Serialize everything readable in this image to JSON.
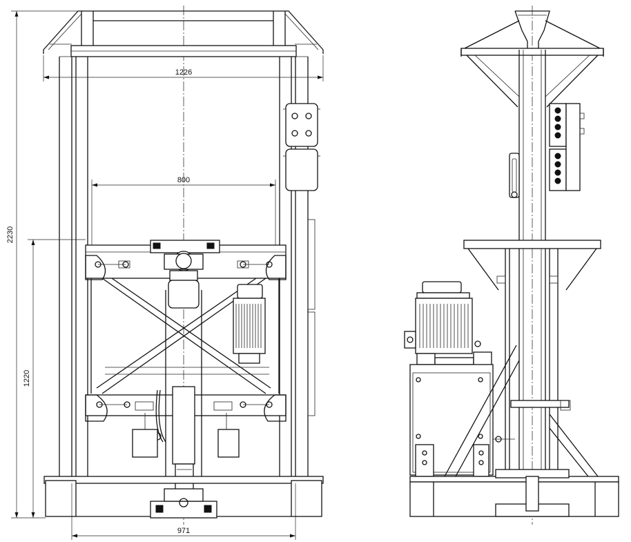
{
  "dimensions": {
    "width_top": "1226",
    "width_inner": "800",
    "height_total": "2230",
    "height_lower": "1220",
    "width_base": "971"
  }
}
